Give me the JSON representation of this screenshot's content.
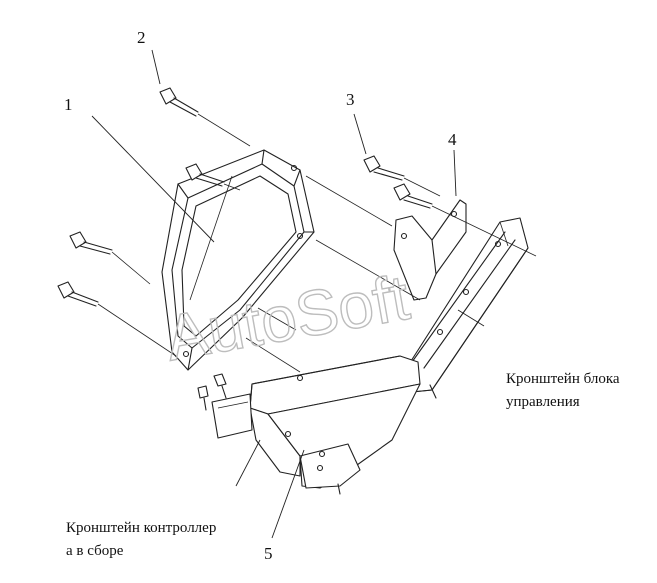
{
  "callouts": {
    "c1": "1",
    "c2": "2",
    "c3": "3",
    "c4": "4",
    "c5": "5"
  },
  "notes": {
    "bracket_control_unit": [
      "Кронштейн блока",
      "управления"
    ],
    "bracket_controller_assembly": [
      "Кронштейн контроллер",
      "а в сборе"
    ]
  },
  "watermark": "AutoSoft"
}
